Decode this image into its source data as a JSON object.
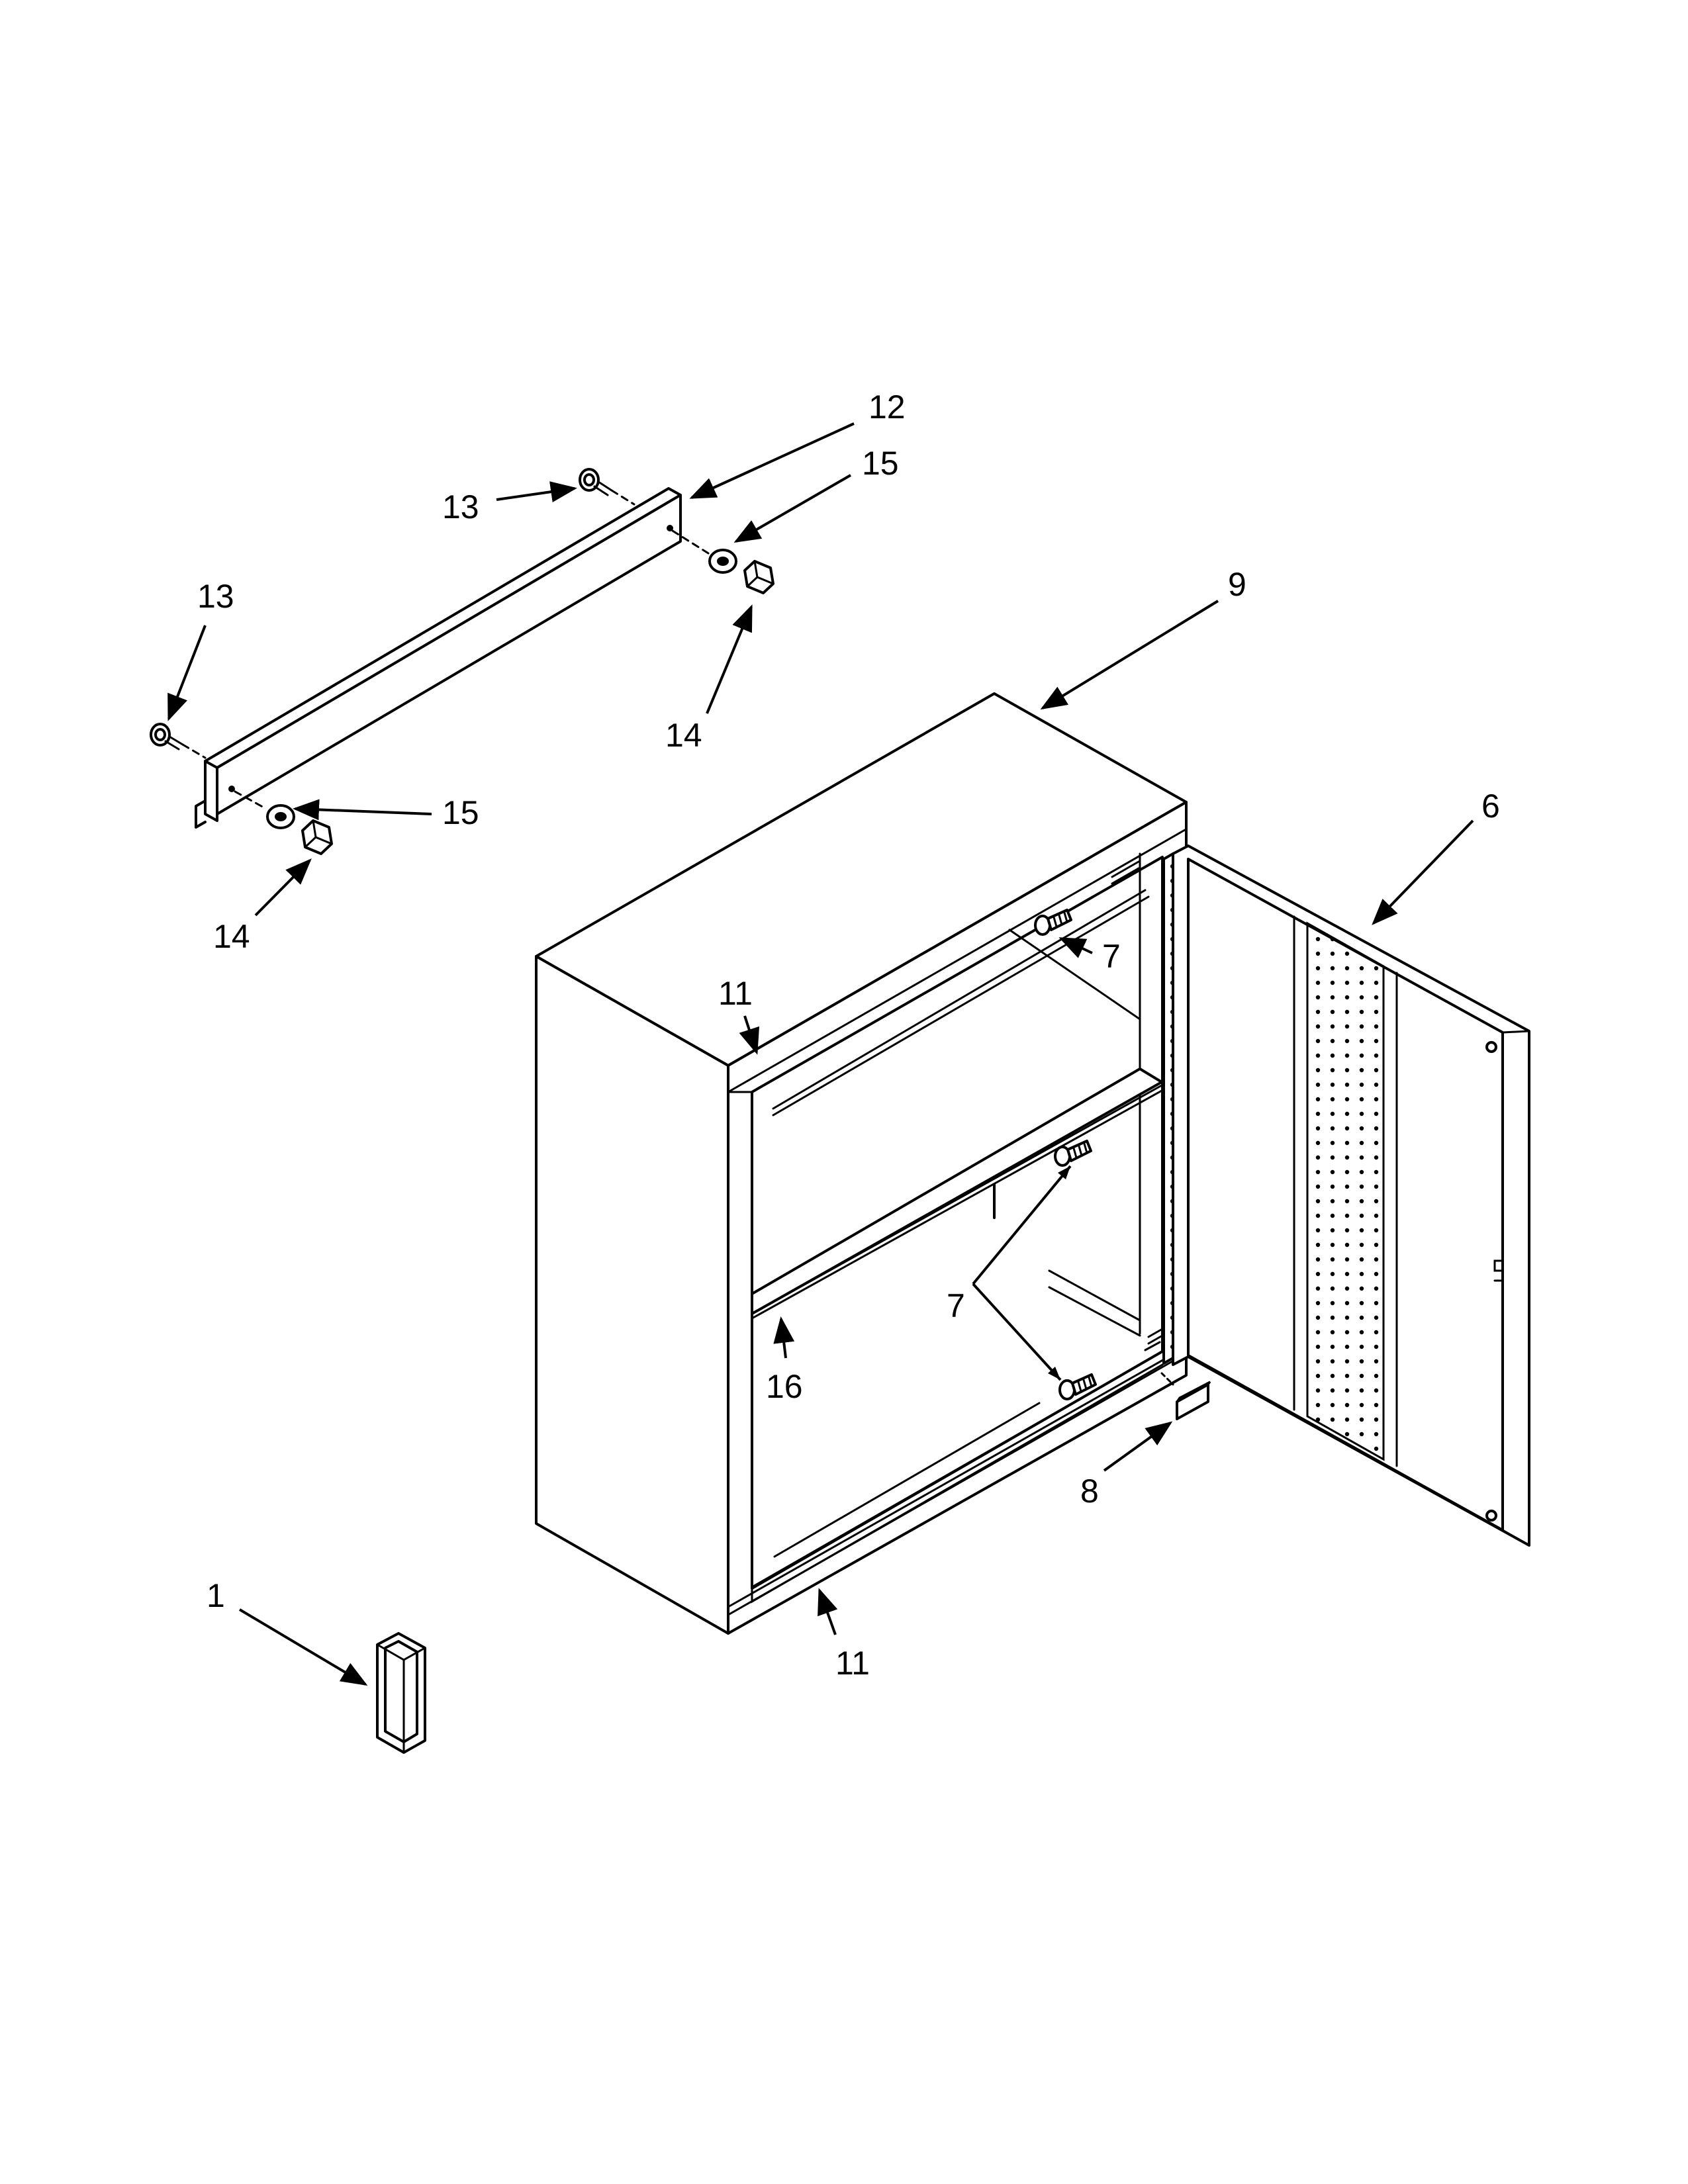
{
  "callouts": {
    "c12": "12",
    "c13a": "13",
    "c15a": "15",
    "c13b": "13",
    "c14a": "14",
    "c15b": "15",
    "c14b": "14",
    "c9": "9",
    "c6": "6",
    "c7a": "7",
    "c11a": "11",
    "c7b": "7",
    "c16": "16",
    "c8": "8",
    "c11b": "11",
    "c1": "1"
  }
}
